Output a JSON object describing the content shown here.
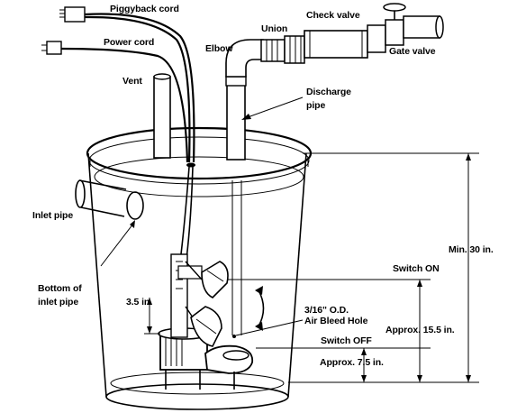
{
  "labels": {
    "piggyback_cord": "Piggyback cord",
    "power_cord": "Power cord",
    "vent": "Vent",
    "elbow": "Elbow",
    "union": "Union",
    "check_valve": "Check valve",
    "gate_valve": "Gate valve",
    "discharge_pipe_line1": "Discharge",
    "discharge_pipe_line2": "pipe",
    "inlet_pipe": "Inlet pipe",
    "bottom_inlet_line1": "Bottom of",
    "bottom_inlet_line2": "inlet pipe",
    "min_30": "Min. 30 in.",
    "switch_on": "Switch ON",
    "dim_3_5": "3.5 in.",
    "air_bleed_line1": "3/16\" O.D.",
    "air_bleed_line2": "Air Bleed Hole",
    "switch_off": "Switch OFF",
    "approx_15_5": "Approx. 15.5 in.",
    "approx_7_5": "Approx. 7.5 in."
  }
}
